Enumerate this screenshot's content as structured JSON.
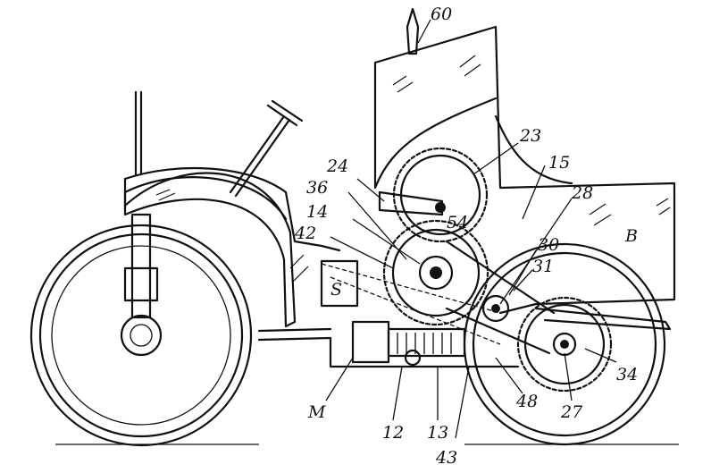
{
  "labels": {
    "l60": "60",
    "l23": "23",
    "l24": "24",
    "l15": "15",
    "l36": "36",
    "l28": "28",
    "l14": "14",
    "l54": "54",
    "l42": "42",
    "lB": "B",
    "l30": "30",
    "l31": "31",
    "lS": "S",
    "lM": "M",
    "l12": "12",
    "l13": "13",
    "l43": "43",
    "l48": "48",
    "l27": "27",
    "l34": "34"
  }
}
